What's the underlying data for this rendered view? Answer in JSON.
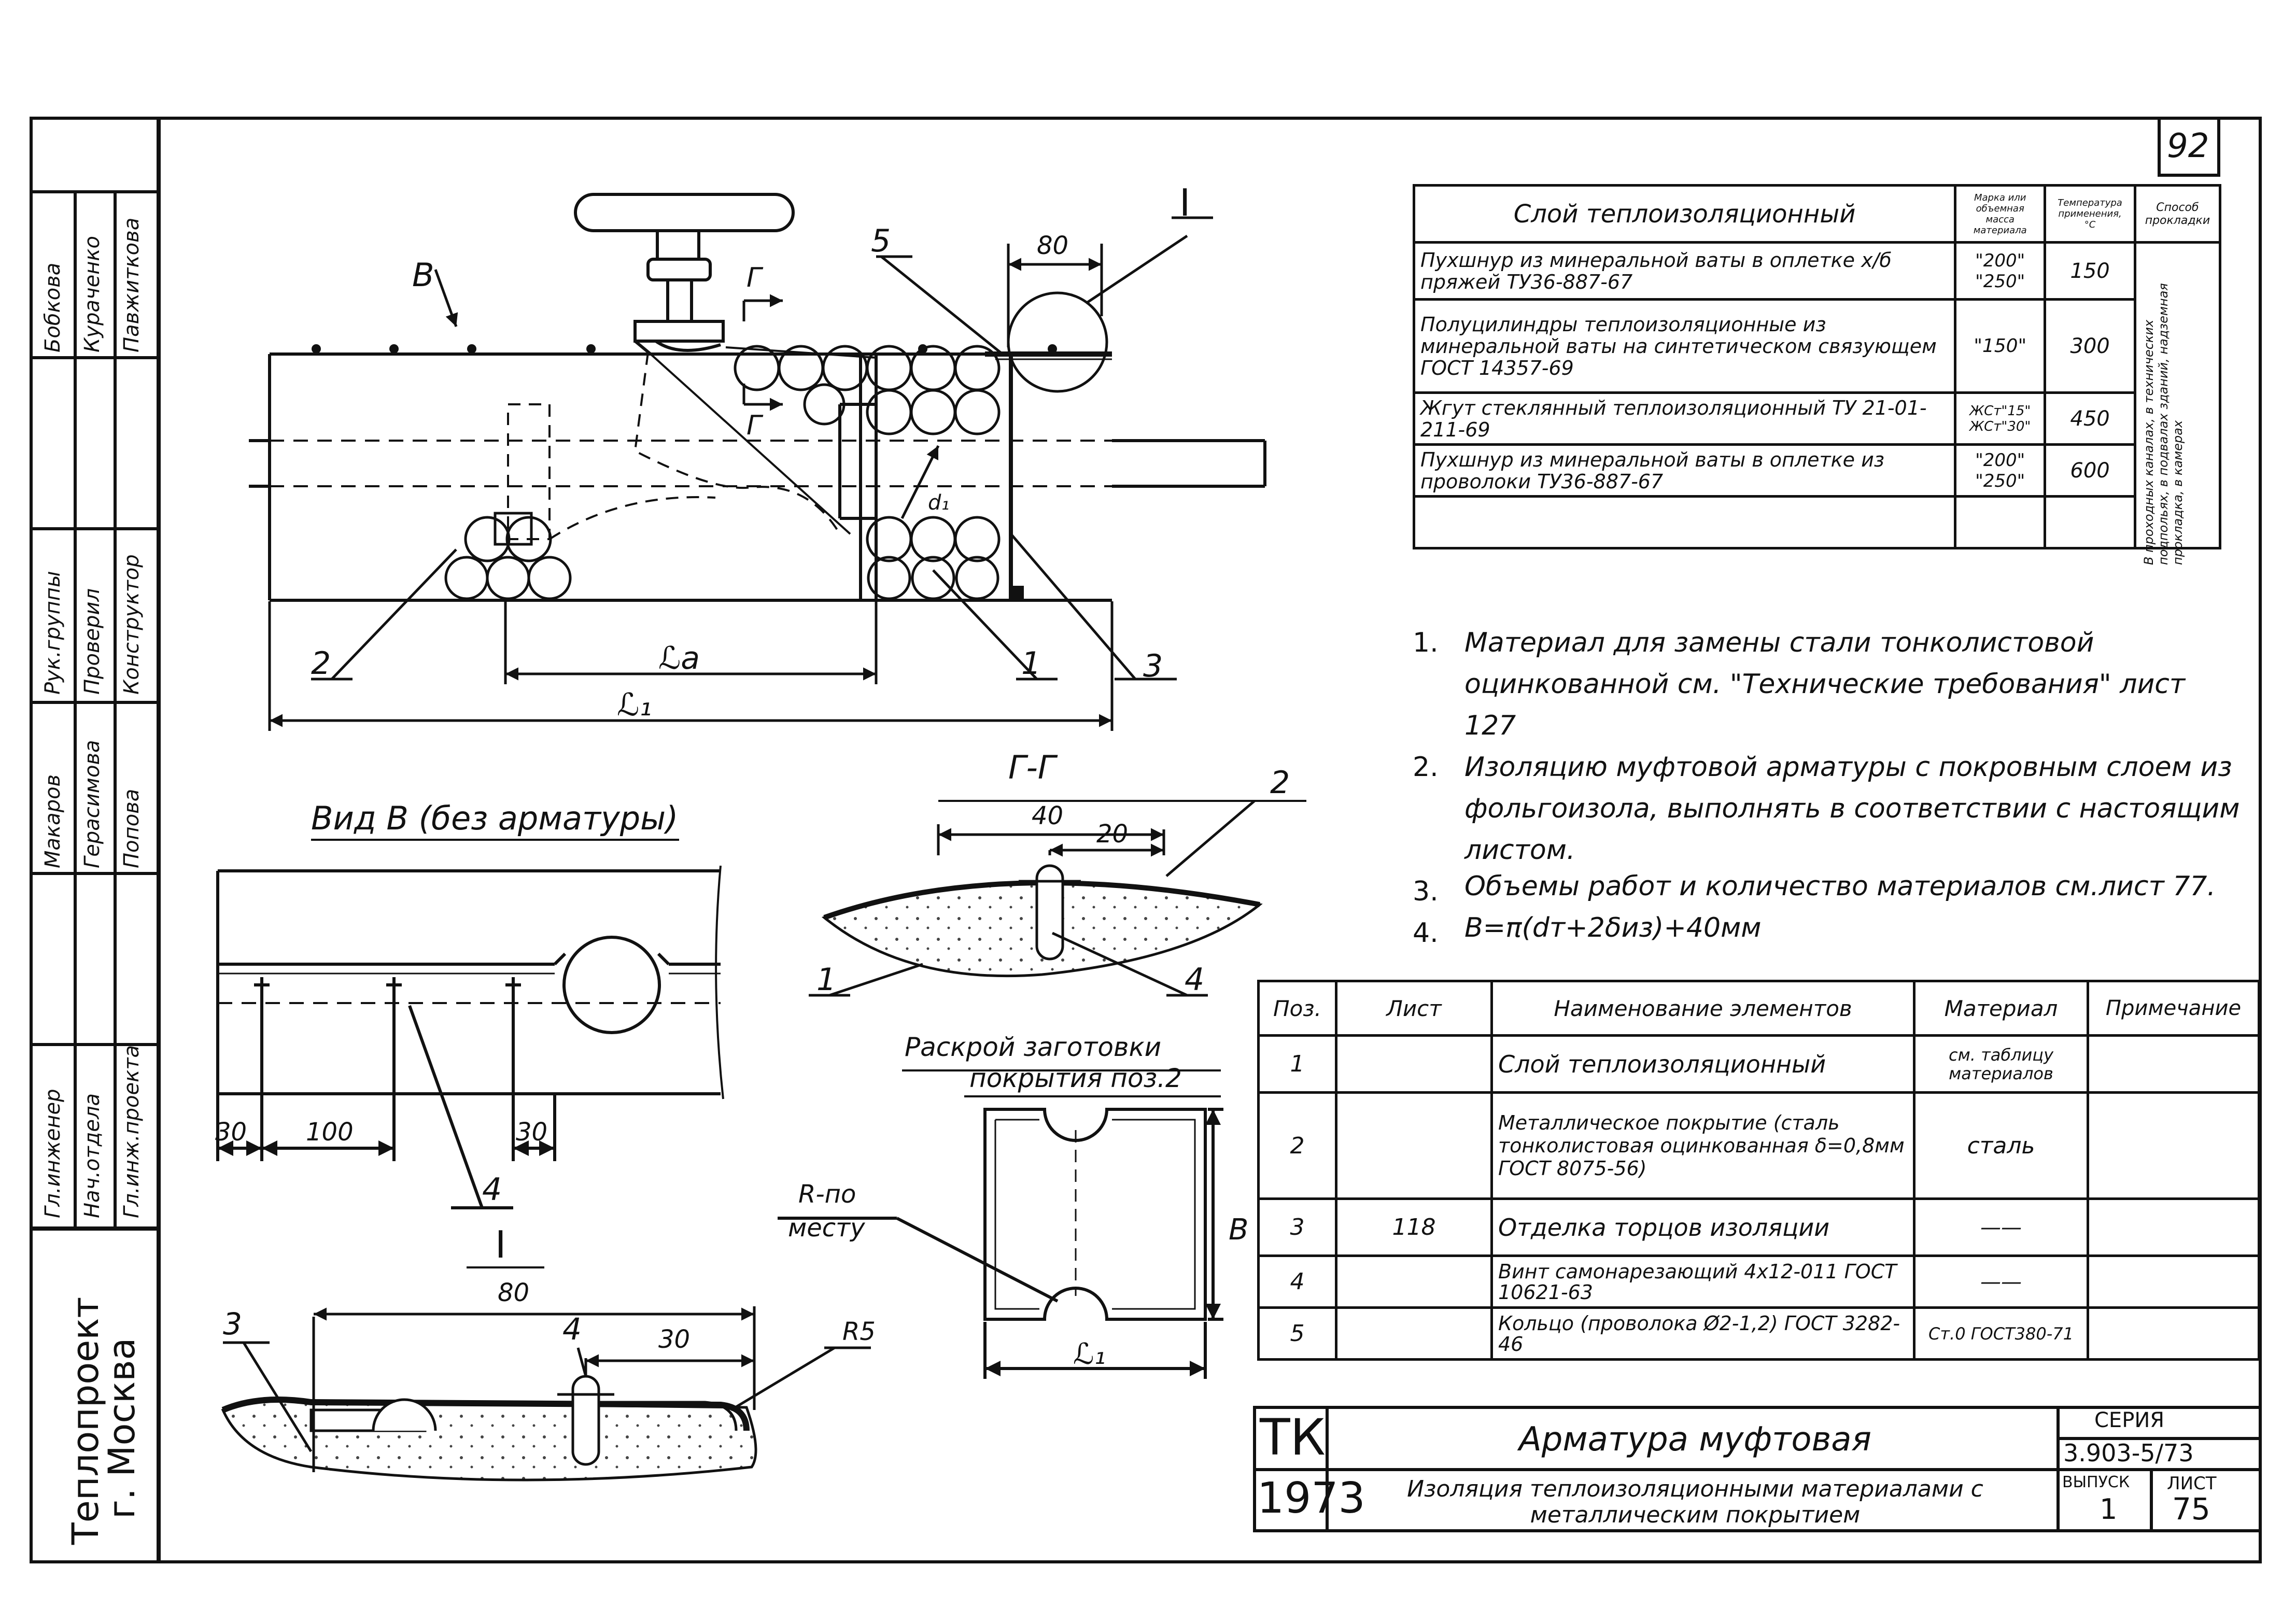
{
  "sheet_number": "92",
  "insulation_table": {
    "headers": [
      "Слой теплоизоляционный",
      "Марка или объемная масса материала",
      "Температура применения, °С",
      "Способ прокладки"
    ],
    "rows": [
      {
        "material": "Пухшнур из минеральной ваты в оплетке х/б пряжей ТУ36-887-67",
        "mark": "\"200\" \"250\"",
        "temp": "150"
      },
      {
        "material": "Полуцилиндры теплоизоляционные из минеральной ваты на синтетическом связующем ГОСТ 14357-69",
        "mark": "\"150\"",
        "temp": "300"
      },
      {
        "material": "Жгут стеклянный теплоизоляционный ТУ 21-01-211-69",
        "mark": "ЖСт\"15\" ЖСт\"30\"",
        "temp": "450"
      },
      {
        "material": "Пухшнур из минеральной ваты в оплетке из проволоки ТУ36-887-67",
        "mark": "\"200\" \"250\"",
        "temp": "600"
      }
    ],
    "method": "В проходных каналах, в технических подпольях, в подвалах зданий, надземная прокладка, в камерах"
  },
  "notes": [
    {
      "num": "1.",
      "text": "Материал для замены стали тонколистовой оцинкованной см. \"Технические требования\" лист 127"
    },
    {
      "num": "2.",
      "text": "Изоляцию муфтовой арматуры с покровным слоем из фольгоизола, выполнять в соответствии с настоящим листом."
    },
    {
      "num": "3.",
      "text": "Объемы работ и количество материалов см.лист 77."
    },
    {
      "num": "4.",
      "text": "B=π(dт+2δиз)+40мм"
    }
  ],
  "elements_table": {
    "headers": [
      "Поз.",
      "Лист",
      "Наименование элементов",
      "Материал",
      "Примечание"
    ],
    "rows": [
      {
        "pos": "1",
        "sheet": "",
        "name": "Слой теплоизоляционный",
        "material": "см. таблицу материалов",
        "note": ""
      },
      {
        "pos": "2",
        "sheet": "",
        "name": "Металлическое покрытие (сталь тонколистовая оцинкованная δ=0,8мм ГОСТ 8075-56)",
        "material": "сталь",
        "note": ""
      },
      {
        "pos": "3",
        "sheet": "118",
        "name": "Отделка торцов изоляции",
        "material": "——",
        "note": ""
      },
      {
        "pos": "4",
        "sheet": "",
        "name": "Винт самонарезающий 4х12-011 ГОСТ 10621-63",
        "material": "——",
        "note": ""
      },
      {
        "pos": "5",
        "sheet": "",
        "name": "Кольцо (проволока Ø2-1,2) ГОСТ 3282-46",
        "material": "Ст.0 ГОСТ380-71",
        "note": ""
      }
    ]
  },
  "title_block": {
    "org_code": "ТК",
    "year": "1973",
    "title": "Арматура муфтовая",
    "subtitle": "Изоляция теплоизоляционными материалами с металлическим покрытием",
    "series_label": "СЕРИЯ",
    "series": "3.903-5/73",
    "issue_label": "ВЫПУСК",
    "issue": "1",
    "sheet_label": "ЛИСТ",
    "sheet": "75"
  },
  "side_block": {
    "org": "Теплопроект",
    "city": "г. Москва",
    "roles": [
      "Гл.инженер",
      "Нач.отдела",
      "Гл.инж.проекта",
      "Рук.группы",
      "Проверил",
      "Конструктор"
    ],
    "names": [
      "Бобкова",
      "Кураченко",
      "Павжиткова",
      "Макаров",
      "Герасимова",
      "Попова"
    ]
  },
  "drawing": {
    "view_b_title": "Вид В (без арматуры)",
    "section_gg_title": "Г-Г",
    "detail_i_title": "I",
    "blank_title_1": "Раскрой заготовки",
    "blank_title_2": "покрытия поз.2",
    "callouts": [
      "1",
      "2",
      "3",
      "4",
      "5",
      "I",
      "В",
      "Г",
      "Г"
    ],
    "dims": {
      "main_80": "80",
      "la": "ℒа",
      "l1": "ℒ₁",
      "d1": "d₁",
      "gg_40": "40",
      "gg_20": "20",
      "view_30a": "30",
      "view_100": "100",
      "view_30b": "30",
      "det_80": "80",
      "det_30": "30",
      "det_r5": "R5",
      "blank_b": "В",
      "blank_l1": "ℒ₁",
      "blank_r1": "R-по",
      "blank_r2": "месту"
    }
  }
}
